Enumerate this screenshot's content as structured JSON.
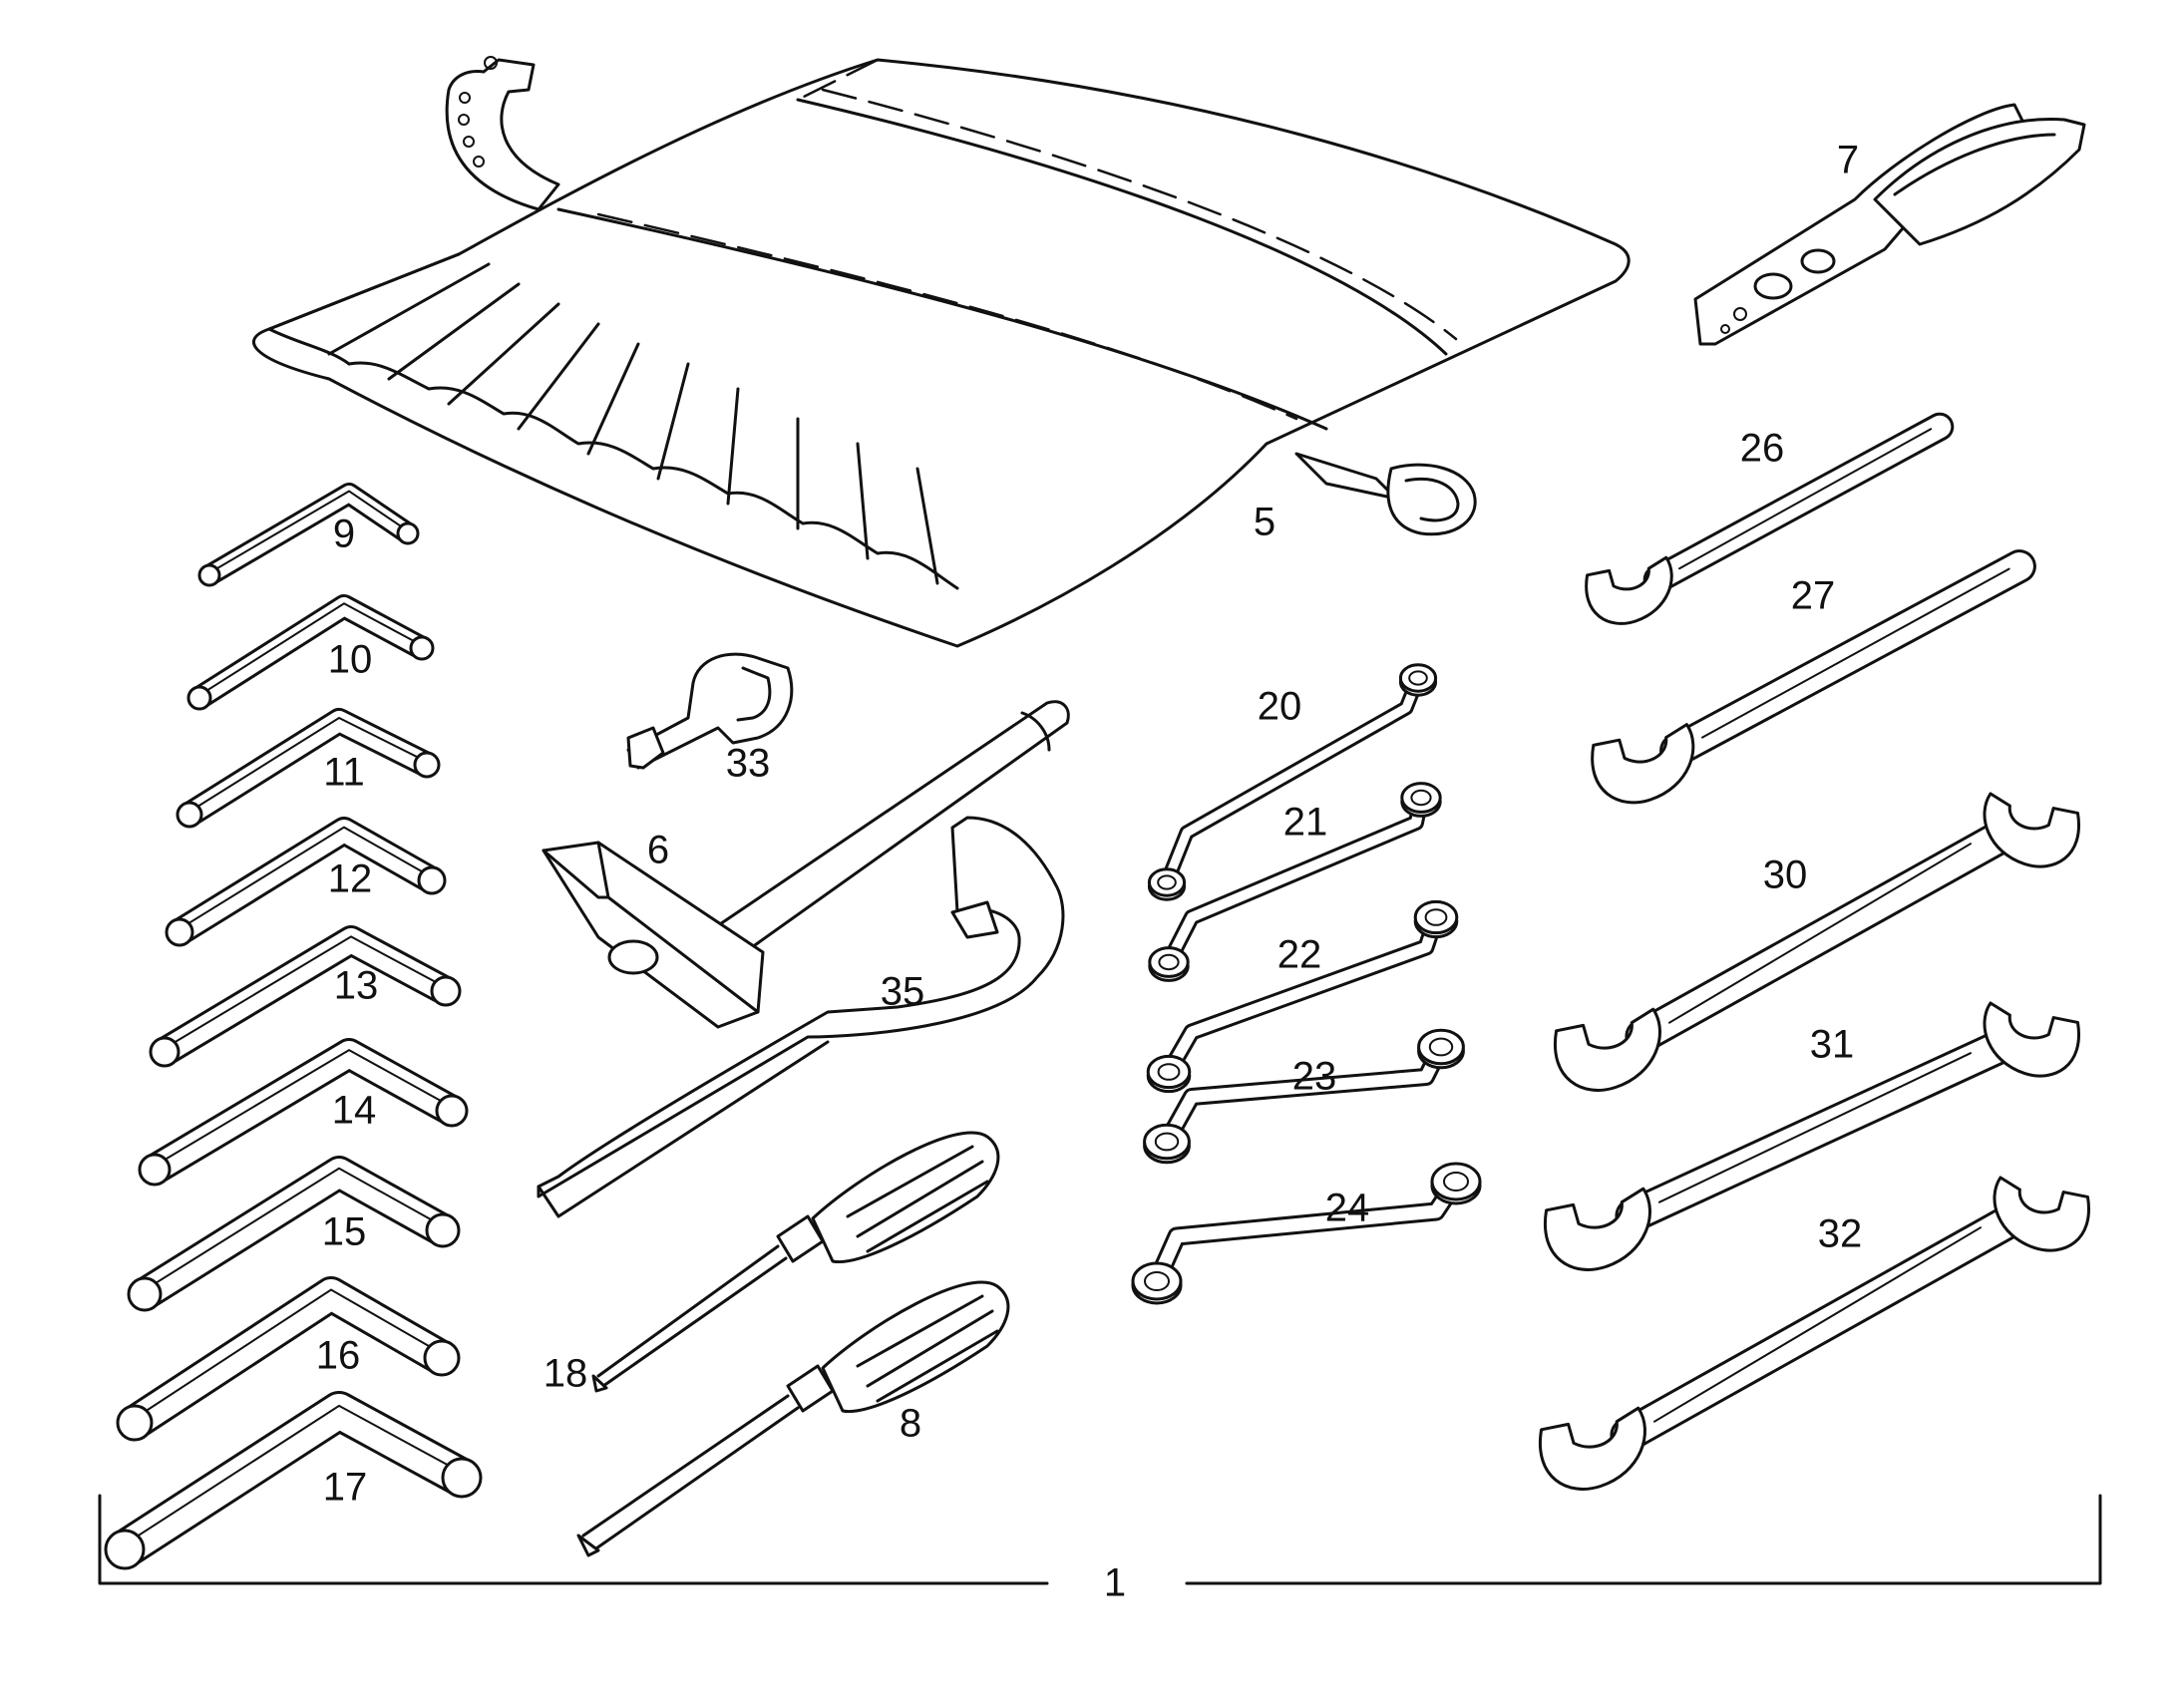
{
  "labels": {
    "kit": "1",
    "roll": "5",
    "hammer": "6",
    "pliers": "7",
    "screwdriver_flat": "8",
    "hex_keys": [
      "9",
      "10",
      "11",
      "12",
      "13",
      "14",
      "15",
      "16",
      "17"
    ],
    "screwdriver_phillips": "18",
    "ring_spanners": [
      "20",
      "21",
      "22",
      "23",
      "24"
    ],
    "open_spanners_single": [
      "26",
      "27"
    ],
    "open_spanners_double": [
      "30",
      "31",
      "32"
    ],
    "key": "33",
    "hook_spanner": "35"
  }
}
